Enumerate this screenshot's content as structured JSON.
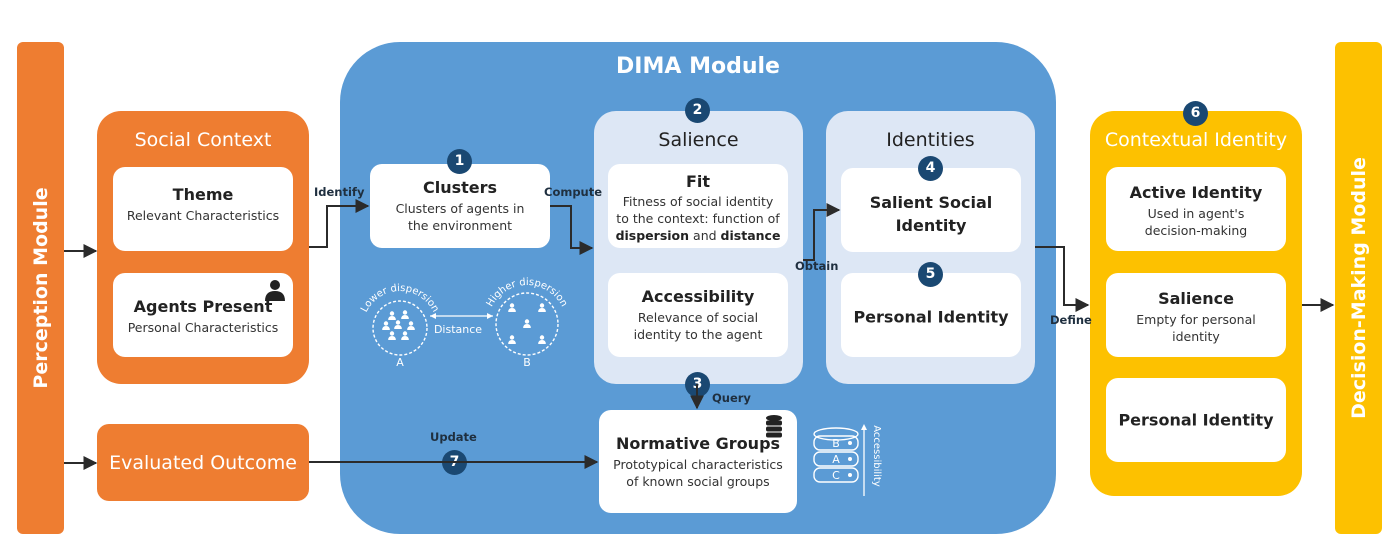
{
  "perception_module": {
    "label": "Perception Module",
    "color": "#ee7d31"
  },
  "decision_module": {
    "label": "Decision-Making Module",
    "color": "#fdc100"
  },
  "social_context": {
    "title": "Social Context",
    "theme": {
      "title": "Theme",
      "subtitle": "Relevant Characteristics"
    },
    "agents_present": {
      "title": "Agents Present",
      "subtitle": "Personal Characteristics"
    }
  },
  "evaluated_outcome": {
    "label": "Evaluated Outcome"
  },
  "dima": {
    "title": "DIMA Module",
    "color": "#5b9bd5",
    "clusters": {
      "badge": "1",
      "title": "Clusters",
      "subtitle": "Clusters of agents in the environment"
    },
    "salience": {
      "badge": "2",
      "title": "Salience",
      "fit": {
        "title": "Fit",
        "line1": "Fitness of social identity",
        "line2": "to the context: function of",
        "bold1": "dispersion",
        "and": "and",
        "bold2": "distance"
      },
      "accessibility": {
        "title": "Accessibility",
        "subtitle": "Relevance of social identity to the agent"
      }
    },
    "identities": {
      "title": "Identities",
      "salient": {
        "badge": "4",
        "line1": "Salient Social",
        "line2": "Identity"
      },
      "personal": {
        "badge": "5",
        "title": "Personal Identity"
      }
    },
    "query_badge": "3",
    "normative_groups": {
      "title": "Normative Groups",
      "subtitle": "Prototypical characteristics of known social groups"
    },
    "update_badge": "7",
    "dispersion_illustration": {
      "lower": "Lower dispersion",
      "higher": "Higher dispersion",
      "distance": "Distance",
      "label_a": "A",
      "label_b": "B"
    },
    "accessibility_stack": {
      "axis": "Accessibility",
      "levels": [
        "B",
        "A",
        "C"
      ]
    }
  },
  "contextual_identity": {
    "badge": "6",
    "title": "Contextual Identity",
    "color": "#fdc100",
    "active": {
      "title": "Active Identity",
      "subtitle": "Used in agent's decision-making"
    },
    "salience": {
      "title": "Salience",
      "subtitle": "Empty for personal identity"
    },
    "personal": {
      "title": "Personal Identity"
    }
  },
  "edges": {
    "identify": "Identify",
    "compute": "Compute",
    "obtain": "Obtain",
    "define": "Define",
    "query": "Query",
    "update": "Update"
  }
}
